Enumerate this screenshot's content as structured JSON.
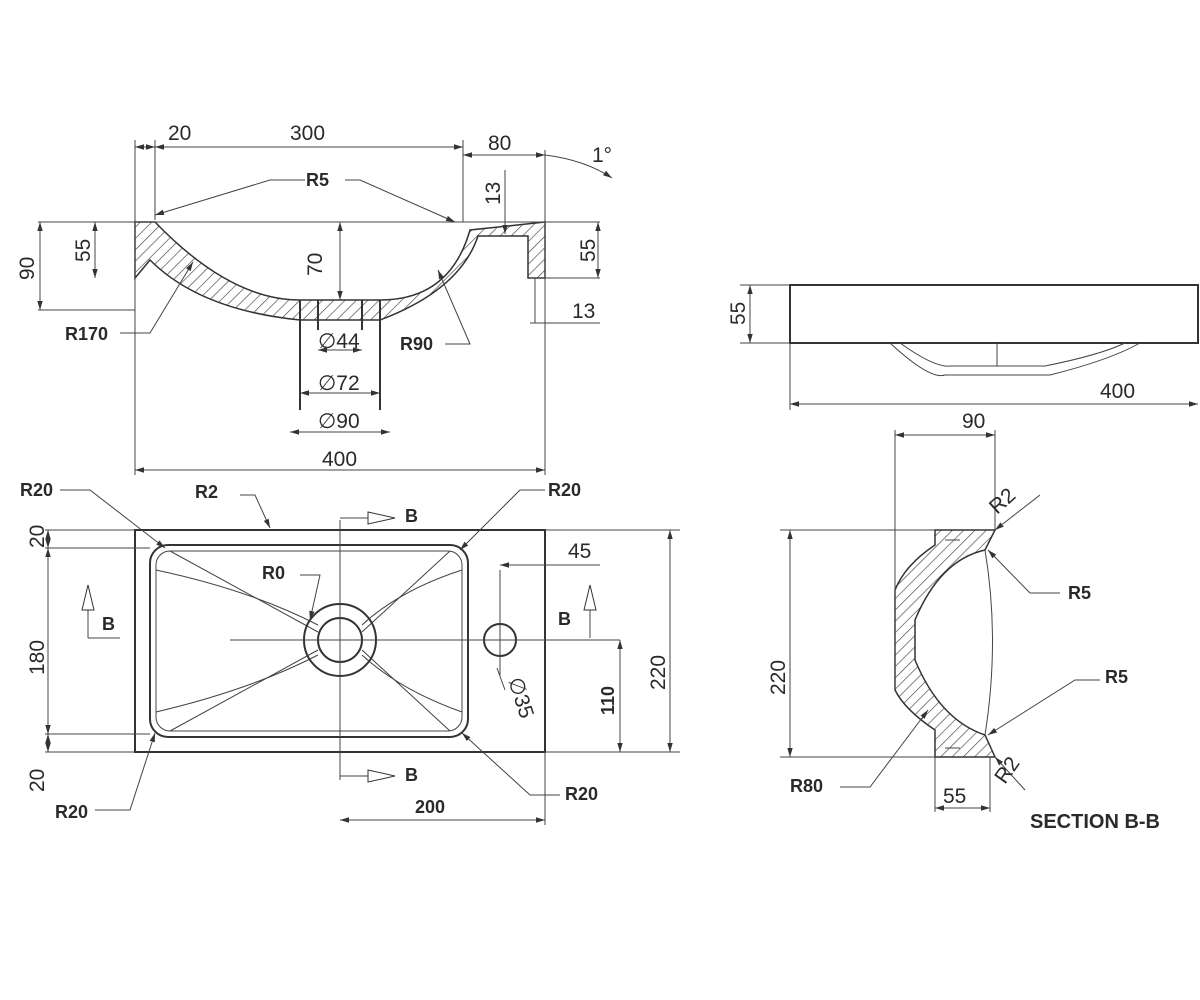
{
  "front_view": {
    "dims": {
      "top_left": "20",
      "top_span": "300",
      "top_right": "80",
      "angle": "1°",
      "radius_top": "R5",
      "side_13_top": "13",
      "left_90": "90",
      "left_55": "55",
      "center_70": "70",
      "right_55": "55",
      "right_13": "13",
      "radius_170": "R170",
      "radius_90": "R90",
      "dia_44": "∅44",
      "dia_72": "∅72",
      "dia_90": "∅90",
      "overall_width": "400"
    }
  },
  "side_view": {
    "dims": {
      "height": "55",
      "width": "400"
    }
  },
  "plan_view": {
    "dims": {
      "r20_tl": "R20",
      "r2_top": "R2",
      "r20_tr": "R20",
      "r0": "R0",
      "b_top": "B",
      "b_left": "B",
      "b_right": "B",
      "b_bottom": "B",
      "left_20_top": "20",
      "left_180": "180",
      "left_20_bottom": "20",
      "r20_bl": "R20",
      "r20_br": "R20",
      "dim_45": "45",
      "dia_35": "∅35",
      "dim_110": "110",
      "dim_220": "220",
      "dim_200": "200"
    }
  },
  "section_view": {
    "title": "SECTION B-B",
    "dims": {
      "top_90": "90",
      "r2_top": "R2",
      "r5_top": "R5",
      "r5_bottom": "R5",
      "height_220": "220",
      "r80": "R80",
      "r2_bottom": "R2",
      "bottom_55": "55"
    }
  }
}
